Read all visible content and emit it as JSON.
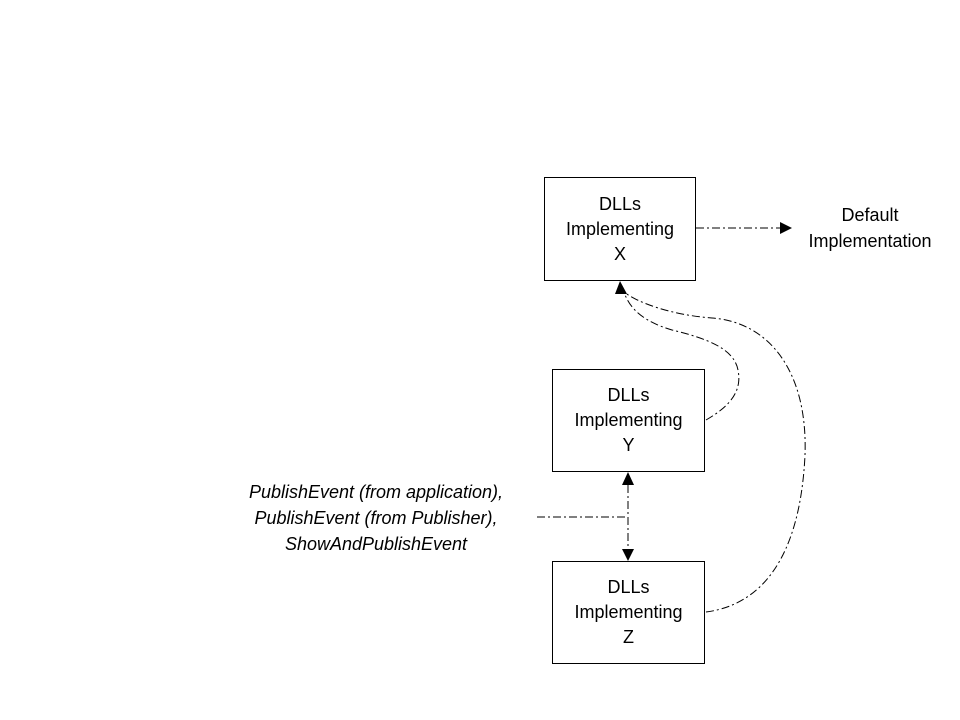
{
  "boxes": {
    "x": {
      "lines": [
        "DLLs",
        "Implementing",
        "X"
      ]
    },
    "y": {
      "lines": [
        "DLLs",
        "Implementing",
        "Y"
      ]
    },
    "z": {
      "lines": [
        "DLLs",
        "Implementing",
        "Z"
      ]
    }
  },
  "labels": {
    "default": [
      "Default",
      "Implementation"
    ],
    "events": [
      "PublishEvent (from application),",
      "PublishEvent (from Publisher),",
      "ShowAndPublishEvent"
    ]
  },
  "colors": {
    "line": "#000000",
    "background": "#ffffff"
  }
}
